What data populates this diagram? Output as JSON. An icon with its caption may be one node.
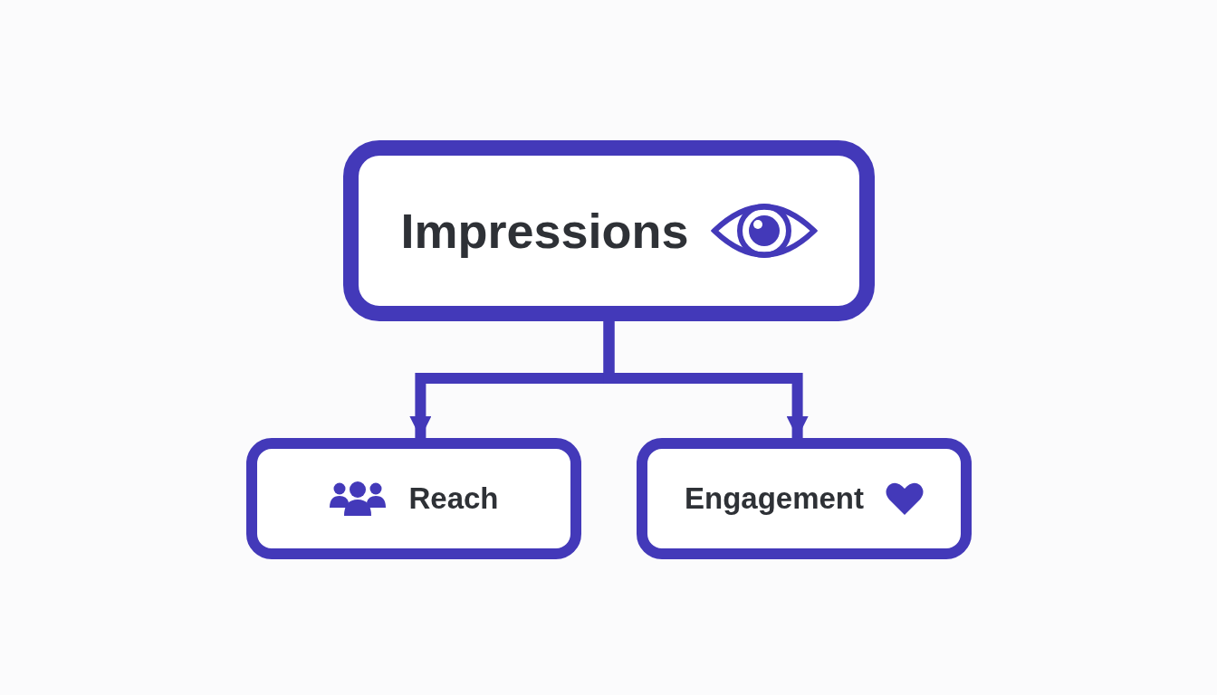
{
  "diagram": {
    "nodes": [
      {
        "text": [
          "Impressions"
        ]
      },
      {
        "text": [
          "Reach"
        ]
      },
      {
        "text": [
          "Engagement"
        ]
      }
    ],
    "edges": [
      {
        "from": 0,
        "to": 1,
        "arrow": "to"
      },
      {
        "from": 0,
        "to": 2,
        "arrow": "to"
      }
    ]
  }
}
